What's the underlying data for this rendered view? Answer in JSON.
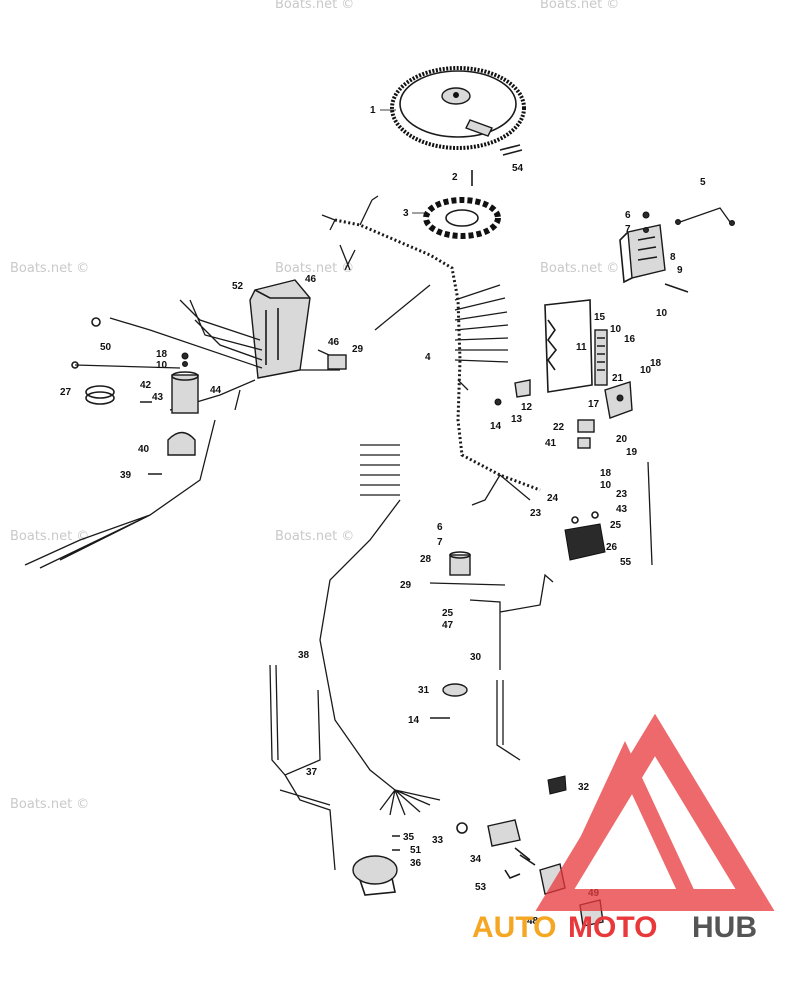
{
  "watermarks": [
    "Boats.net ©",
    "Boats.net ©",
    "Boats.net ©",
    "Boats.net ©",
    "Boats.net ©",
    "Boats.net ©",
    "Boats.net ©",
    "Boats.net ©"
  ],
  "logo": {
    "part1": "AUTO",
    "part2": "MOTO",
    "part3": "HUB",
    "color_red": "#e8383b",
    "color_orange": "#f5a623",
    "color_gray": "#555555"
  },
  "callouts": [
    "1",
    "54",
    "2",
    "3",
    "5",
    "6",
    "7",
    "8",
    "9",
    "10",
    "52",
    "46",
    "46",
    "50",
    "18",
    "10",
    "27",
    "42",
    "43",
    "44",
    "40",
    "39",
    "29",
    "4",
    "11",
    "15",
    "10",
    "16",
    "10",
    "18",
    "21",
    "12",
    "13",
    "14",
    "17",
    "22",
    "41",
    "20",
    "19",
    "18",
    "10",
    "24",
    "23",
    "23",
    "43",
    "25",
    "26",
    "55",
    "6",
    "7",
    "28",
    "29",
    "25",
    "47",
    "30",
    "38",
    "31",
    "14",
    "37",
    "32",
    "35",
    "51",
    "33",
    "36",
    "34",
    "53",
    "49",
    "48"
  ]
}
